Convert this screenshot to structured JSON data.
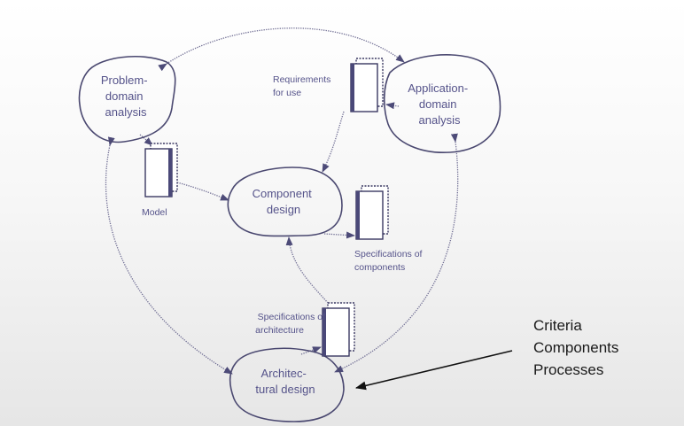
{
  "nodes": {
    "problem_domain": [
      "Problem-",
      "domain",
      "analysis"
    ],
    "application_domain": [
      "Application-",
      "domain",
      "analysis"
    ],
    "component_design": [
      "Component",
      "design"
    ],
    "architectural_design": [
      "Architec-",
      "tural design"
    ]
  },
  "documents": {
    "requirements": [
      "Requirements",
      "for use"
    ],
    "model": [
      "Model"
    ],
    "spec_components": [
      "Specifications of",
      "components"
    ],
    "spec_architecture": [
      "Specifications of",
      "architecture"
    ]
  },
  "side_list": [
    "Criteria",
    "Components",
    "Processes"
  ],
  "colors": {
    "node_outline": "#4a4870",
    "label_text": "#55538a",
    "side_text": "#1a1a1a"
  }
}
